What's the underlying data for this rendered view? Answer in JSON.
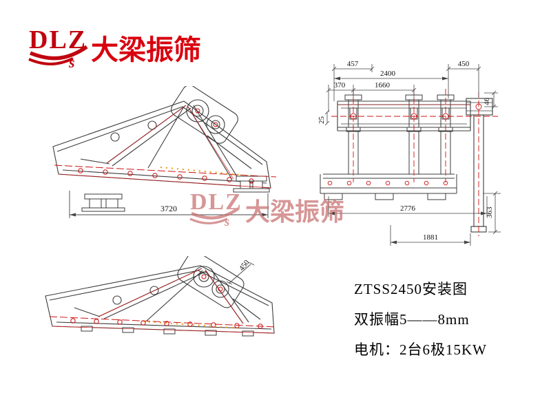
{
  "logo": {
    "dlz": "DLZ",
    "s": "s",
    "brand": "大梁振筛"
  },
  "watermark": {
    "dlz": "DLZ",
    "s": "s",
    "brand": "大梁振筛"
  },
  "specs": {
    "model_line": "ZTSS2450安装图",
    "amplitude_line": "双振幅5——8mm",
    "motor_line": "电机：2台6极15KW"
  },
  "dimensions": {
    "side_top": {
      "length": "3720"
    },
    "side_bottom": {
      "width": "450"
    },
    "end_view": {
      "d457": "457",
      "d2400": "2400",
      "d450": "450",
      "d370": "370",
      "d1660": "1660",
      "d25": "25",
      "d46": "46",
      "d2776": "2776",
      "d1881": "1881",
      "d363": "363"
    }
  },
  "colors": {
    "accent_red": "#cc1111",
    "brand_red": "#c00510",
    "watermark_red": "#c96f6f",
    "line_dark": "#3b3b3b",
    "orange": "#e39a10"
  }
}
